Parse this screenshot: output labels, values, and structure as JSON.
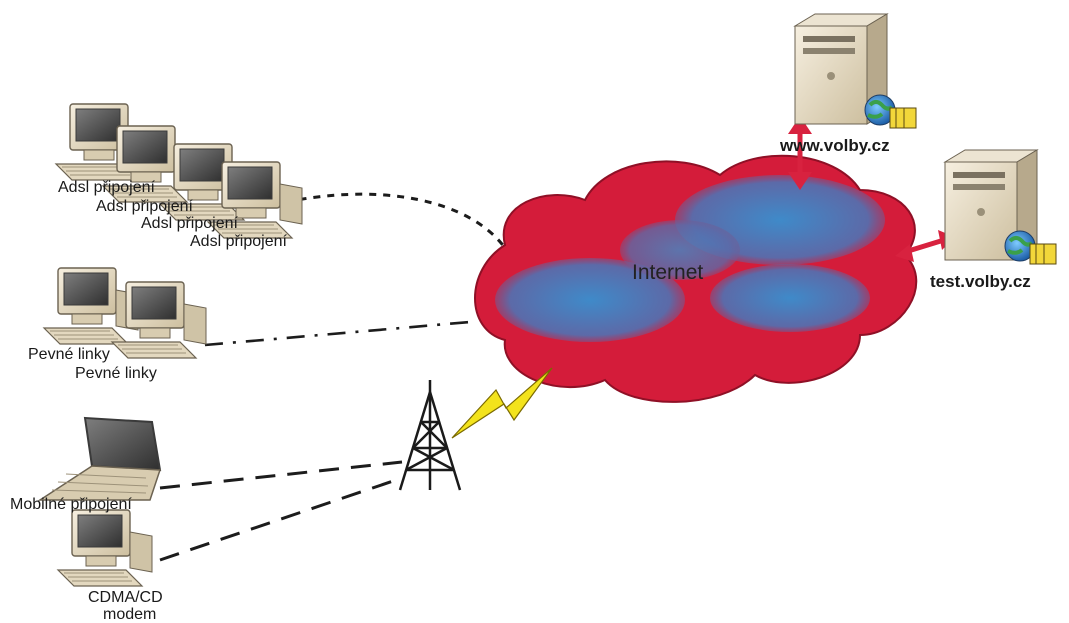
{
  "cloud": {
    "label": "Internet"
  },
  "servers": {
    "www": {
      "label": "www.volby.cz"
    },
    "test": {
      "label": "test.volby.cz"
    }
  },
  "clients": {
    "adsl": {
      "labels": [
        "Adsl připojení",
        "Adsl připojení",
        "Adsl připojení",
        "Adsl připojení"
      ]
    },
    "fixed": {
      "labels": [
        "Pevné linky",
        "Pevné linky"
      ]
    },
    "mobile": {
      "label": "Mobilné připojení"
    },
    "cdma": {
      "label_line1": "CDMA/CD",
      "label_line2": "modem"
    }
  },
  "colors": {
    "cloud_red": "#d41c3a",
    "cloud_blue": "#3f8ac9",
    "arrow_red": "#d8223f",
    "lightning": "#f3e31c",
    "link_line": "#1c1c1c"
  }
}
